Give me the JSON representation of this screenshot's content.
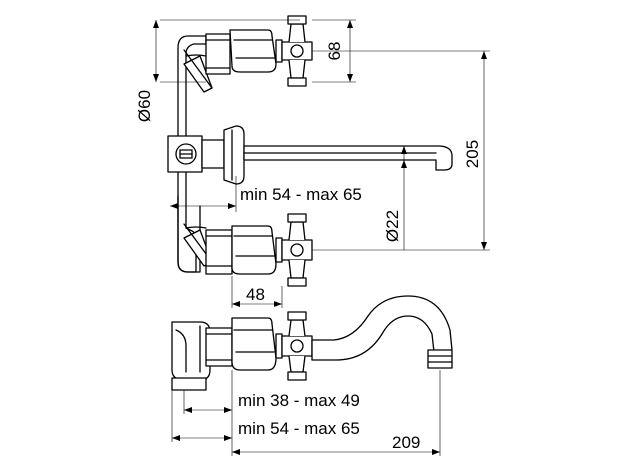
{
  "dimensions": {
    "handle_height": "68",
    "body_diameter": "Ø60",
    "handle_spacing": "205",
    "spout_offset": "min 54 - max 65",
    "spout_diameter": "Ø22",
    "handle_projection": "48",
    "side_min_max_small": "min 38 - max 49",
    "side_min_max_large": "min 54 - max 65",
    "spout_reach": "209"
  }
}
